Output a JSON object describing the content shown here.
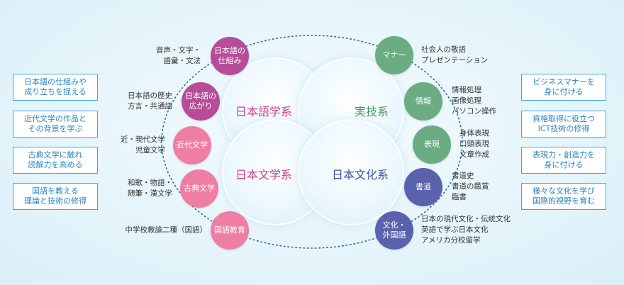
{
  "circles": [
    {
      "id": "nihongo",
      "label": "日本語学系",
      "color": "#d2408a"
    },
    {
      "id": "jitsugi",
      "label": "実技系",
      "color": "#4a9a5e"
    },
    {
      "id": "bungaku",
      "label": "日本文学系",
      "color": "#d2408a"
    },
    {
      "id": "bunka",
      "label": "日本文化系",
      "color": "#3c52a8"
    }
  ],
  "left_items": [
    {
      "bubble": "日本語の\n仕組み",
      "color": "#b74c98",
      "desc": "音声・文字・\n語彙・文法"
    },
    {
      "bubble": "日本語の\n広がり",
      "color": "#b74c98",
      "desc": "日本語の歴史\n方言・共通語"
    },
    {
      "bubble": "近代文学",
      "color": "#ef7ea5",
      "desc": "近・現代文学\n児童文学"
    },
    {
      "bubble": "古典文学",
      "color": "#ef7ea5",
      "desc": "和歌・物語・\n随筆・漢文学"
    },
    {
      "bubble": "国語教育",
      "color": "#ef7ea5",
      "desc": "中学校教諭二種（国語）"
    }
  ],
  "right_items": [
    {
      "bubble": "マナー",
      "color": "#6cac83",
      "desc": "社会人の敬語\nプレゼンテーション"
    },
    {
      "bubble": "情報",
      "color": "#6cac83",
      "desc": "情報処理\n画像処理\nパソコン操作"
    },
    {
      "bubble": "表現",
      "color": "#6cac83",
      "desc": "身体表現\n口頭表現\n文章作成"
    },
    {
      "bubble": "書道",
      "color": "#5b62ad",
      "desc": "書道史\n書道の鑑賞\n臨書"
    },
    {
      "bubble": "文化・\n外国語",
      "color": "#5b62ad",
      "desc": "日本の現代文化・伝統文化\n英語で学ぶ日本文化\nアメリカ分校留学"
    }
  ],
  "left_boxes": [
    "日本語の仕組みや\n成り立ちを捉える",
    "近代文学の作品と\nその背景を学ぶ",
    "古典文学に触れ\n読解力を高める",
    "国語を教える\n理論と技術の修得"
  ],
  "right_boxes": [
    "ビジネスマナーを\n身に付ける",
    "資格取得に役立つ\nICT技術の修得",
    "表現力・創造力を\n身に付ける",
    "様々な文化を学び\n国際的視野を育む"
  ]
}
